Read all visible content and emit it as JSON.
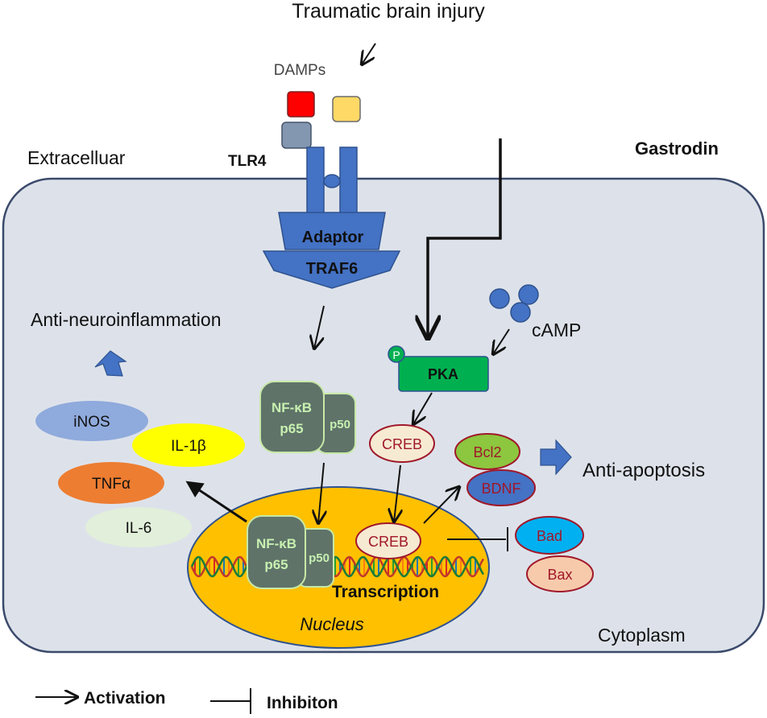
{
  "title": "Traumatic brain injury",
  "damps": "DAMPs",
  "extracellular": "Extracelluar",
  "tlr4": "TLR4",
  "gastrodin": "Gastrodin",
  "adaptor": "Adaptor",
  "traf6": "TRAF6",
  "anti_neuroinflammation": "Anti-neuroinflammation",
  "camp": "cAMP",
  "p_badge": "P",
  "pka": "PKA",
  "nfkb_cyto": {
    "line1": "NF-κB",
    "line2": "p65",
    "p50": "p50"
  },
  "nfkb_nuc": {
    "line1": "NF-κB",
    "line2": "p65",
    "p50": "p50"
  },
  "cytokines": {
    "inos": "iNOS",
    "il1b": "IL-1β",
    "tnfa": "TNFα",
    "il6": "IL-6"
  },
  "creb_cyto": "CREB",
  "creb_nuc": "CREB",
  "bcl2": "Bcl2",
  "bdnf": "BDNF",
  "anti_apoptosis": "Anti-apoptosis",
  "bad": "Bad",
  "bax": "Bax",
  "transcription": "Transcription",
  "nucleus": "Nucleus",
  "cytoplasm": "Cytoplasm",
  "legend": {
    "activation": "Activation",
    "inhibition": "Inhibiton"
  },
  "colors": {
    "cell_fill": "#dde2ea",
    "cell_stroke": "#3b4a6b",
    "receptor_blue": "#4472c4",
    "nucleus_fill": "#ffc000",
    "nfkb_fill": "#5f7369",
    "pka_fill": "#00b050",
    "creb_fill": "#f6ead2",
    "creb_text": "#a0182a",
    "bcl2_fill": "#8dc63f",
    "bdnf_fill": "#4472c4",
    "bad_fill": "#00b0f0",
    "bax_fill": "#f7caac",
    "inos_fill": "#8faadc",
    "il1b_fill": "#ffff00",
    "tnfa_fill": "#ed7d31",
    "il6_fill": "#e2efda",
    "damp_red": "#ff0000",
    "damp_yellow": "#ffd966",
    "damp_gray": "#8497b0"
  }
}
